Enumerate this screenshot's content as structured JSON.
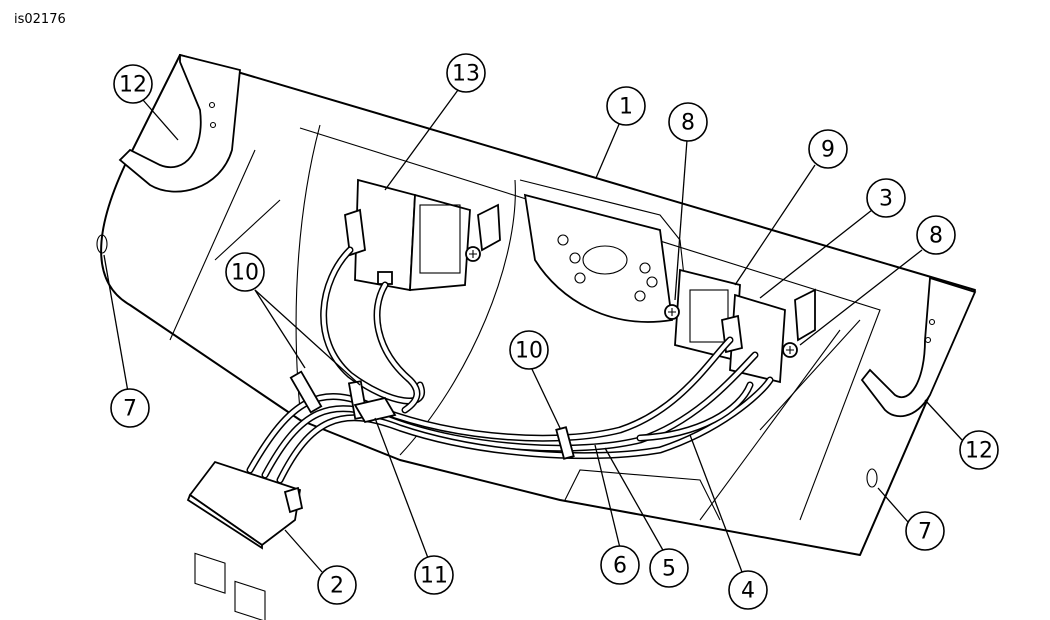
{
  "figure_id": "is02176",
  "callouts": [
    {
      "label": "12"
    },
    {
      "label": "13"
    },
    {
      "label": "1"
    },
    {
      "label": "8"
    },
    {
      "label": "9"
    },
    {
      "label": "3"
    },
    {
      "label": "8"
    },
    {
      "label": "10"
    },
    {
      "label": "10"
    },
    {
      "label": "7"
    },
    {
      "label": "12"
    },
    {
      "label": "7"
    },
    {
      "label": "2"
    },
    {
      "label": "11"
    },
    {
      "label": "6"
    },
    {
      "label": "5"
    },
    {
      "label": "4"
    }
  ]
}
